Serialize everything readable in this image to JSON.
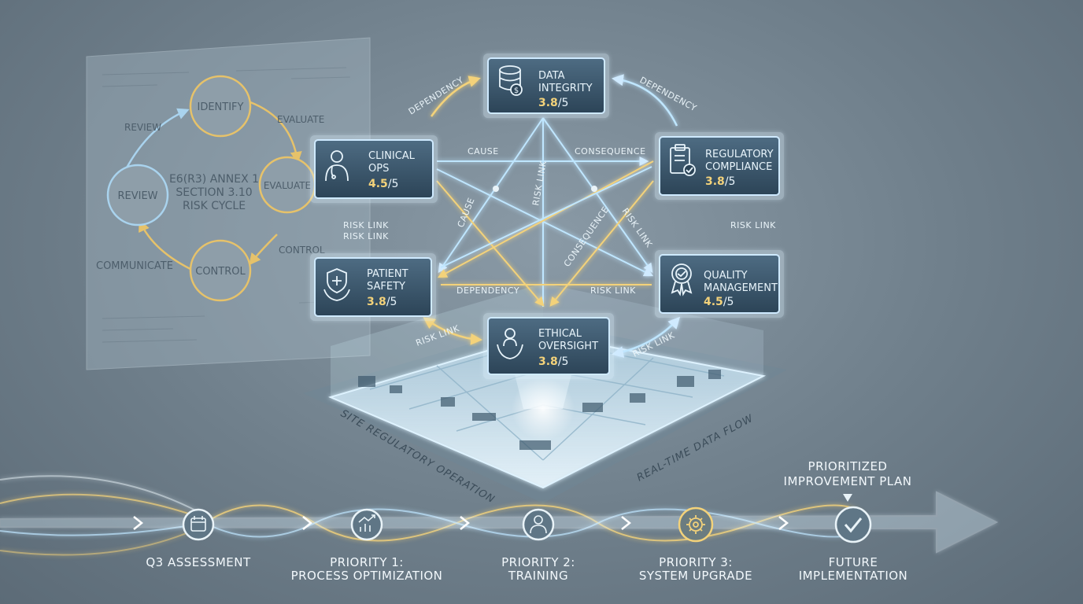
{
  "risk_cycle": {
    "center_lines": [
      "E6(R3) ANNEX 1",
      "SECTION 3.10",
      "RISK CYCLE"
    ],
    "nodes": {
      "identify": "IDENTIFY",
      "evaluate": "EVALUATE",
      "control": "CONTROL",
      "review": "REVIEW"
    },
    "arrow_labels": {
      "evaluate": "EVALUATE",
      "review": "REVIEW",
      "control": "CONTROL",
      "communicate": "COMMUNICATE"
    }
  },
  "risk_domains": [
    {
      "id": "data-integrity",
      "lines": [
        "DATA",
        "INTEGRITY"
      ],
      "score": "3.8",
      "suffix": "/5",
      "icon": "database-icon"
    },
    {
      "id": "clinical-ops",
      "lines": [
        "CLINICAL",
        "OPS"
      ],
      "score": "4.5",
      "suffix": "/5",
      "icon": "doctor-icon"
    },
    {
      "id": "regulatory-compliance",
      "lines": [
        "REGULATORY",
        "COMPLIANCE"
      ],
      "score": "3.8",
      "suffix": "/5",
      "icon": "clipboard-check-icon"
    },
    {
      "id": "patient-safety",
      "lines": [
        "PATIENT",
        "SAFETY"
      ],
      "score": "3.8",
      "suffix": "/5",
      "icon": "shield-hands-icon"
    },
    {
      "id": "quality-management",
      "lines": [
        "QUALITY",
        "MANAGEMENT"
      ],
      "score": "4.5",
      "suffix": "/5",
      "icon": "award-badge-icon"
    },
    {
      "id": "ethical-oversight",
      "lines": [
        "ETHICAL",
        "OVERSIGHT"
      ],
      "score": "3.8",
      "suffix": "/5",
      "icon": "person-hands-icon"
    }
  ],
  "connection_labels": {
    "dependency_left": "DEPENDENCY",
    "dependency_right": "DEPENDENCY",
    "cause_top": "CAUSE",
    "consequence_top": "CONSEQUENCE",
    "risk_link_left": "RISK LINK",
    "risk_link_right": "RISK LINK",
    "risk_link_center": "RISK LINK",
    "risk_link_diag": "RISK LINK",
    "cause_diag": "CAUSE",
    "consequence_diag": "CONSEQUENCE",
    "dependency_mid": "DEPENDENCY",
    "risk_link_mid": "RISK LINK",
    "risk_link_bottom_left": "RISK LINK",
    "risk_link_bottom_right": "RISK LINK"
  },
  "base_platform": {
    "left_label": "SITE REGULATORY OPERATION",
    "right_label": "REAL-TIME DATA FLOW"
  },
  "timeline": {
    "header": [
      "PRIORITIZED",
      "IMPROVEMENT PLAN"
    ],
    "steps": [
      {
        "lines": [
          "Q3 ASSESSMENT"
        ],
        "icon": "calendar-icon"
      },
      {
        "lines": [
          "PRIORITY 1:",
          "PROCESS OPTIMIZATION"
        ],
        "icon": "chart-growth-icon"
      },
      {
        "lines": [
          "PRIORITY 2:",
          "TRAINING"
        ],
        "icon": "trainer-icon"
      },
      {
        "lines": [
          "PRIORITY 3:",
          "SYSTEM UPGRADE"
        ],
        "icon": "gear-icon"
      },
      {
        "lines": [
          "FUTURE",
          "IMPLEMENTATION"
        ],
        "icon": "checkmark-icon"
      }
    ]
  },
  "colors": {
    "accent_blue": "#bfe6ff",
    "accent_gold": "#f3d27a",
    "panel": "#2f4a60"
  }
}
